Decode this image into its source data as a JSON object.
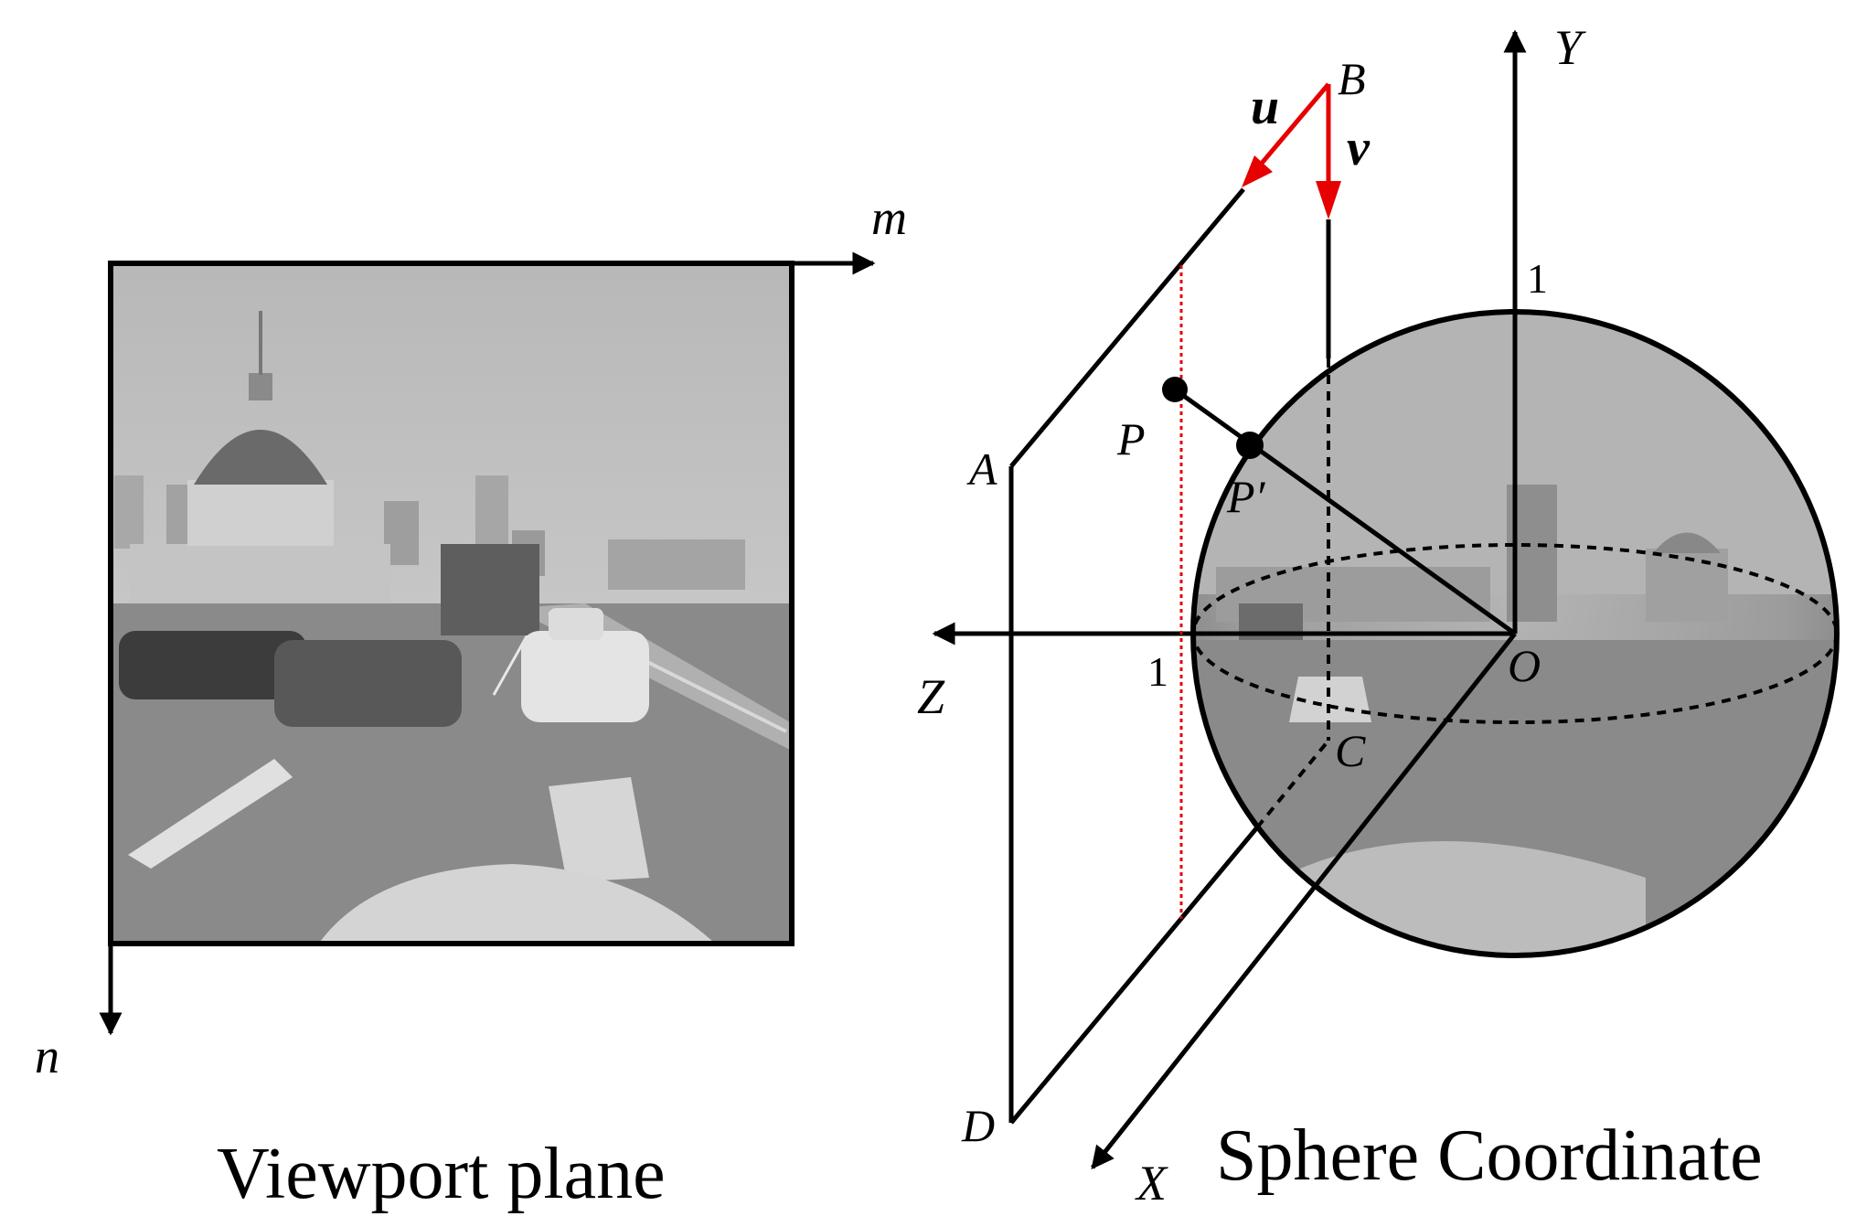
{
  "viewport": {
    "axis_m": "m",
    "axis_n": "n",
    "caption": "Viewport plane"
  },
  "sphere": {
    "axis_x": "X",
    "axis_y": "Y",
    "axis_z": "Z",
    "origin": "O",
    "tick_y": "1",
    "tick_z": "1",
    "caption": "Sphere Coordinate"
  },
  "plane_points": {
    "a": "A",
    "b": "B",
    "c": "C",
    "d": "D",
    "p": "P",
    "p_prime": "P′"
  },
  "vectors": {
    "u": "u",
    "v": "v"
  },
  "colors": {
    "vector": "#e60000",
    "sphere_fill": "#9a9a9a",
    "photo_gray": "#8c8c8c"
  }
}
